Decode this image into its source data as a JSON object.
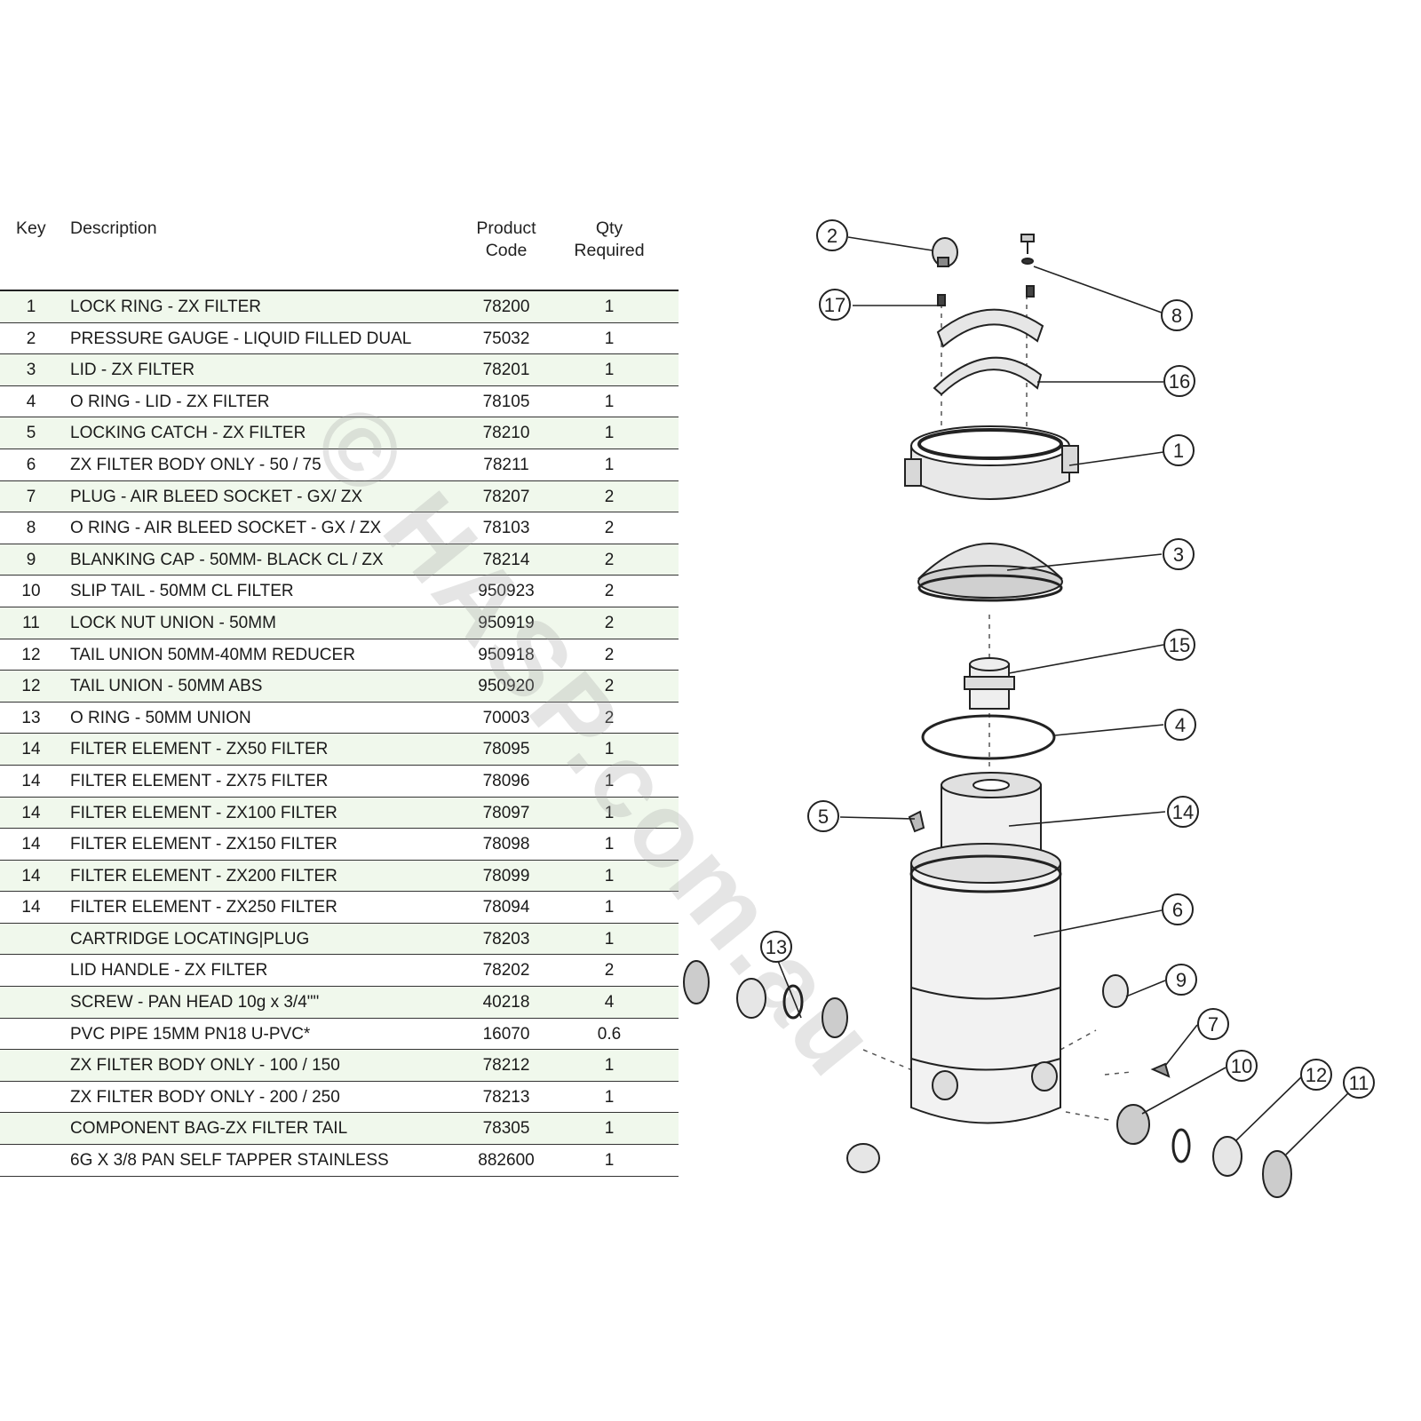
{
  "table": {
    "headers": {
      "key": "Key",
      "description": "Description",
      "product_code_line1": "Product",
      "product_code_line2": "Code",
      "qty_line1": "Qty",
      "qty_line2": "Required"
    },
    "rows": [
      {
        "key": "1",
        "description": "LOCK RING  - ZX FILTER",
        "code": "78200",
        "qty": "1"
      },
      {
        "key": "2",
        "description": "PRESSURE GAUGE - LIQUID FILLED DUAL",
        "code": "75032",
        "qty": "1"
      },
      {
        "key": "3",
        "description": "LID - ZX FILTER",
        "code": "78201",
        "qty": "1"
      },
      {
        "key": "4",
        "description": "O RING - LID  - ZX  FILTER",
        "code": "78105",
        "qty": "1"
      },
      {
        "key": "5",
        "description": "LOCKING CATCH - ZX FILTER",
        "code": "78210",
        "qty": "1"
      },
      {
        "key": "6",
        "description": "ZX FILTER BODY ONLY - 50 / 75",
        "code": "78211",
        "qty": "1"
      },
      {
        "key": "7",
        "description": "PLUG - AIR BLEED SOCKET -  GX/ ZX",
        "code": "78207",
        "qty": "2"
      },
      {
        "key": "8",
        "description": "O RING - AIR BLEED SOCKET -  GX / ZX",
        "code": "78103",
        "qty": "2"
      },
      {
        "key": "9",
        "description": "BLANKING CAP - 50MM- BLACK   CL / ZX",
        "code": "78214",
        "qty": "2"
      },
      {
        "key": "10",
        "description": "SLIP TAIL - 50MM   CL FILTER",
        "code": "950923",
        "qty": "2"
      },
      {
        "key": "11",
        "description": "LOCK NUT UNION  - 50MM",
        "code": "950919",
        "qty": "2"
      },
      {
        "key": "12",
        "description": "TAIL UNION 50MM-40MM REDUCER",
        "code": "950918",
        "qty": "2"
      },
      {
        "key": "12",
        "description": "TAIL UNION  - 50MM ABS",
        "code": "950920",
        "qty": "2"
      },
      {
        "key": "13",
        "description": "O RING - 50MM  UNION",
        "code": "70003",
        "qty": "2"
      },
      {
        "key": "14",
        "description": "FILTER ELEMENT  - ZX50 FILTER",
        "code": "78095",
        "qty": "1"
      },
      {
        "key": "14",
        "description": "FILTER ELEMENT  - ZX75 FILTER",
        "code": "78096",
        "qty": "1"
      },
      {
        "key": "14",
        "description": "FILTER ELEMENT  - ZX100 FILTER",
        "code": "78097",
        "qty": "1"
      },
      {
        "key": "14",
        "description": "FILTER ELEMENT  - ZX150 FILTER",
        "code": "78098",
        "qty": "1"
      },
      {
        "key": "14",
        "description": "FILTER ELEMENT  - ZX200 FILTER",
        "code": "78099",
        "qty": "1"
      },
      {
        "key": "14",
        "description": "FILTER ELEMENT  - ZX250 FILTER",
        "code": "78094",
        "qty": "1"
      },
      {
        "key": "",
        "description": "CARTRIDGE LOCATING|PLUG",
        "code": "78203",
        "qty": "1"
      },
      {
        "key": "",
        "description": "LID HANDLE - ZX FILTER",
        "code": "78202",
        "qty": "2"
      },
      {
        "key": "",
        "description": "SCREW - PAN HEAD 10g x 3/4\"\"",
        "code": "40218",
        "qty": "4"
      },
      {
        "key": "",
        "description": "PVC PIPE  15MM PN18  U-PVC*",
        "code": "16070",
        "qty": "0.6"
      },
      {
        "key": "",
        "description": "ZX FILTER BODY ONLY  - 100 / 150",
        "code": "78212",
        "qty": "1"
      },
      {
        "key": "",
        "description": "ZX FILTER BODY ONLY - 200 / 250",
        "code": "78213",
        "qty": "1"
      },
      {
        "key": "",
        "description": "COMPONENT BAG-ZX FILTER TAIL",
        "code": "78305",
        "qty": "1"
      },
      {
        "key": "",
        "description": "6G X 3/8 PAN SELF TAPPER STAINLESS",
        "code": "882600",
        "qty": "1"
      }
    ]
  },
  "diagram": {
    "callouts": [
      "2",
      "17",
      "8",
      "16",
      "1",
      "3",
      "15",
      "4",
      "5",
      "14",
      "6",
      "13",
      "9",
      "7",
      "10",
      "12",
      "11"
    ]
  },
  "watermark": "© HASP.com.au",
  "colors": {
    "row_alt": "#f0f8ec",
    "line": "#222222"
  }
}
